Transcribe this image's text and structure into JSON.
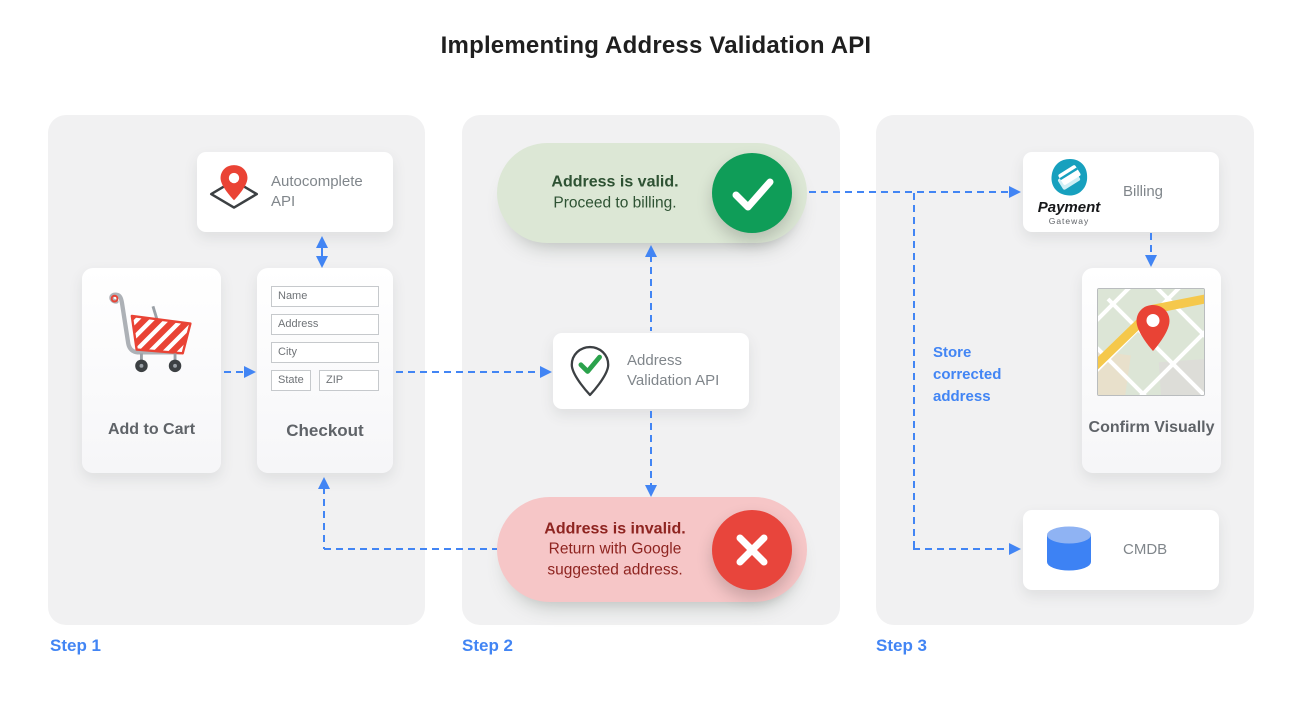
{
  "title": "Implementing Address Validation API",
  "colors": {
    "accent": "#4285F4",
    "panel_bg": "#F1F1F2",
    "valid_bg": "#DCE7D5",
    "valid_circle": "#0F9D58",
    "valid_text": "#2E5233",
    "invalid_bg": "#F6C6C7",
    "invalid_circle": "#E8453C",
    "invalid_text": "#8E2420"
  },
  "icons": {
    "autocomplete": "map-pin-diamond-icon",
    "add_to_cart": "shopping-cart-icon",
    "validation": "pin-check-icon",
    "valid": "check-icon",
    "invalid": "x-icon",
    "billing": "payment-gateway-logo",
    "confirm": "map-thumbnail",
    "cmdb": "database-cylinder-icon"
  },
  "step1": {
    "label": "Step 1",
    "autocomplete_card": {
      "title": "Autocomplete API"
    },
    "add_to_cart_card": {
      "title": "Add to Cart"
    },
    "checkout_card": {
      "title": "Checkout",
      "fields": [
        "Name",
        "Address",
        "City",
        "State",
        "ZIP"
      ]
    }
  },
  "step2": {
    "label": "Step 2",
    "valid_pill": {
      "title": "Address is valid.",
      "subtitle": "Proceed to billing."
    },
    "validation_card": {
      "title": "Address Validation API"
    },
    "invalid_pill": {
      "title": "Address is invalid.",
      "subtitle": "Return with Google suggested address."
    }
  },
  "step3": {
    "label": "Step 3",
    "billing_card": {
      "title": "Billing",
      "logo_primary": "Payment",
      "logo_secondary": "Gateway"
    },
    "confirm_card": {
      "title": "Confirm Visually"
    },
    "cmdb_card": {
      "title": "CMDB"
    },
    "store_note": "Store corrected address"
  }
}
